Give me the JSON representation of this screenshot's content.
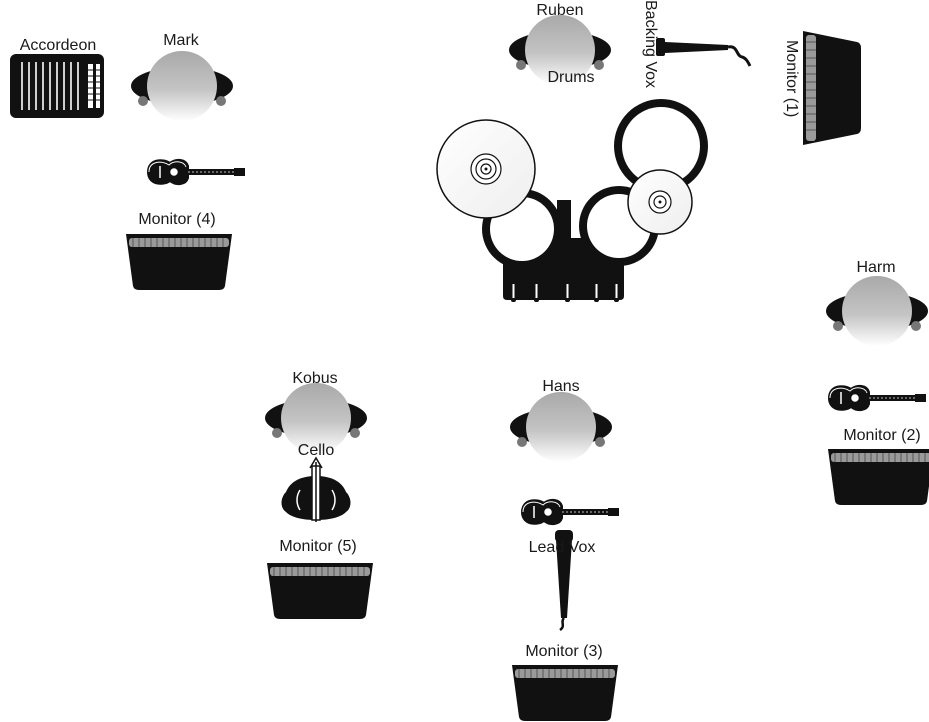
{
  "labels": {
    "mark": "Mark",
    "accordeon": "Accordeon",
    "monitor_4": "Monitor (4)",
    "kobus": "Kobus",
    "cello": "Cello",
    "monitor_5": "Monitor (5)",
    "hans": "Hans",
    "lead_vox": "Lead Vox",
    "monitor_3": "Monitor (3)",
    "ruben": "Ruben",
    "drums": "Drums",
    "backing_vox": "Backing Vox",
    "monitor_1": "Monitor (1)",
    "harm": "Harm",
    "monitor_2": "Monitor (2)"
  },
  "colors": {
    "ink": "#111111",
    "head_gray": "#b0b0b0",
    "grille": "#9a9a9a",
    "paper": "#ffffff"
  }
}
